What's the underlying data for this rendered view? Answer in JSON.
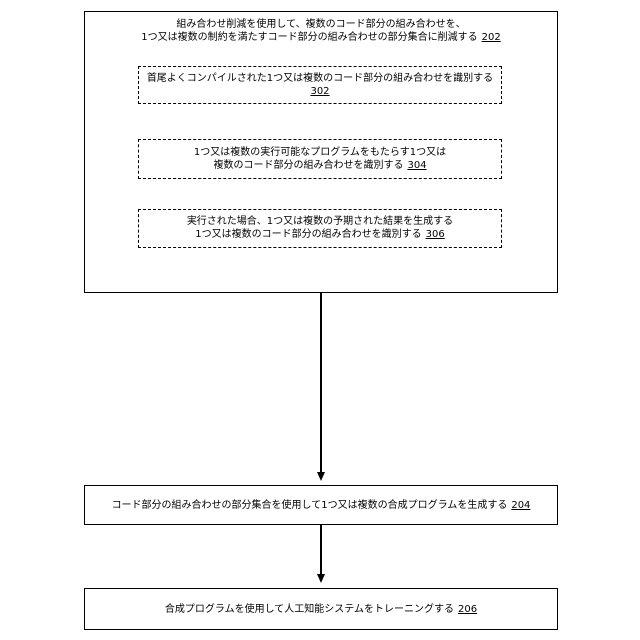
{
  "step202": {
    "line1": "組み合わせ削減を使用して、複数のコード部分の組み合わせを、",
    "line2": "1つ又は複数の制約を満たすコード部分の組み合わせの部分集合に削減する",
    "ref": "202"
  },
  "step302": {
    "line1": "首尾よくコンパイルされた1つ又は複数のコード部分の組み合わせを識別する",
    "ref": "302"
  },
  "step304": {
    "line1": "1つ又は複数の実行可能なプログラムをもたらす1つ又は",
    "line2": "複数のコード部分の組み合わせを識別する",
    "ref": "304"
  },
  "step306": {
    "line1": "実行された場合、1つ又は複数の予期された結果を生成する",
    "line2": "1つ又は複数のコード部分の組み合わせを識別する",
    "ref": "306"
  },
  "step204": {
    "line1": "コード部分の組み合わせの部分集合を使用して1つ又は複数の合成プログラムを生成する",
    "ref": "204"
  },
  "step206": {
    "line1": "合成プログラムを使用して人工知能システムをトレーニングする",
    "ref": "206"
  }
}
